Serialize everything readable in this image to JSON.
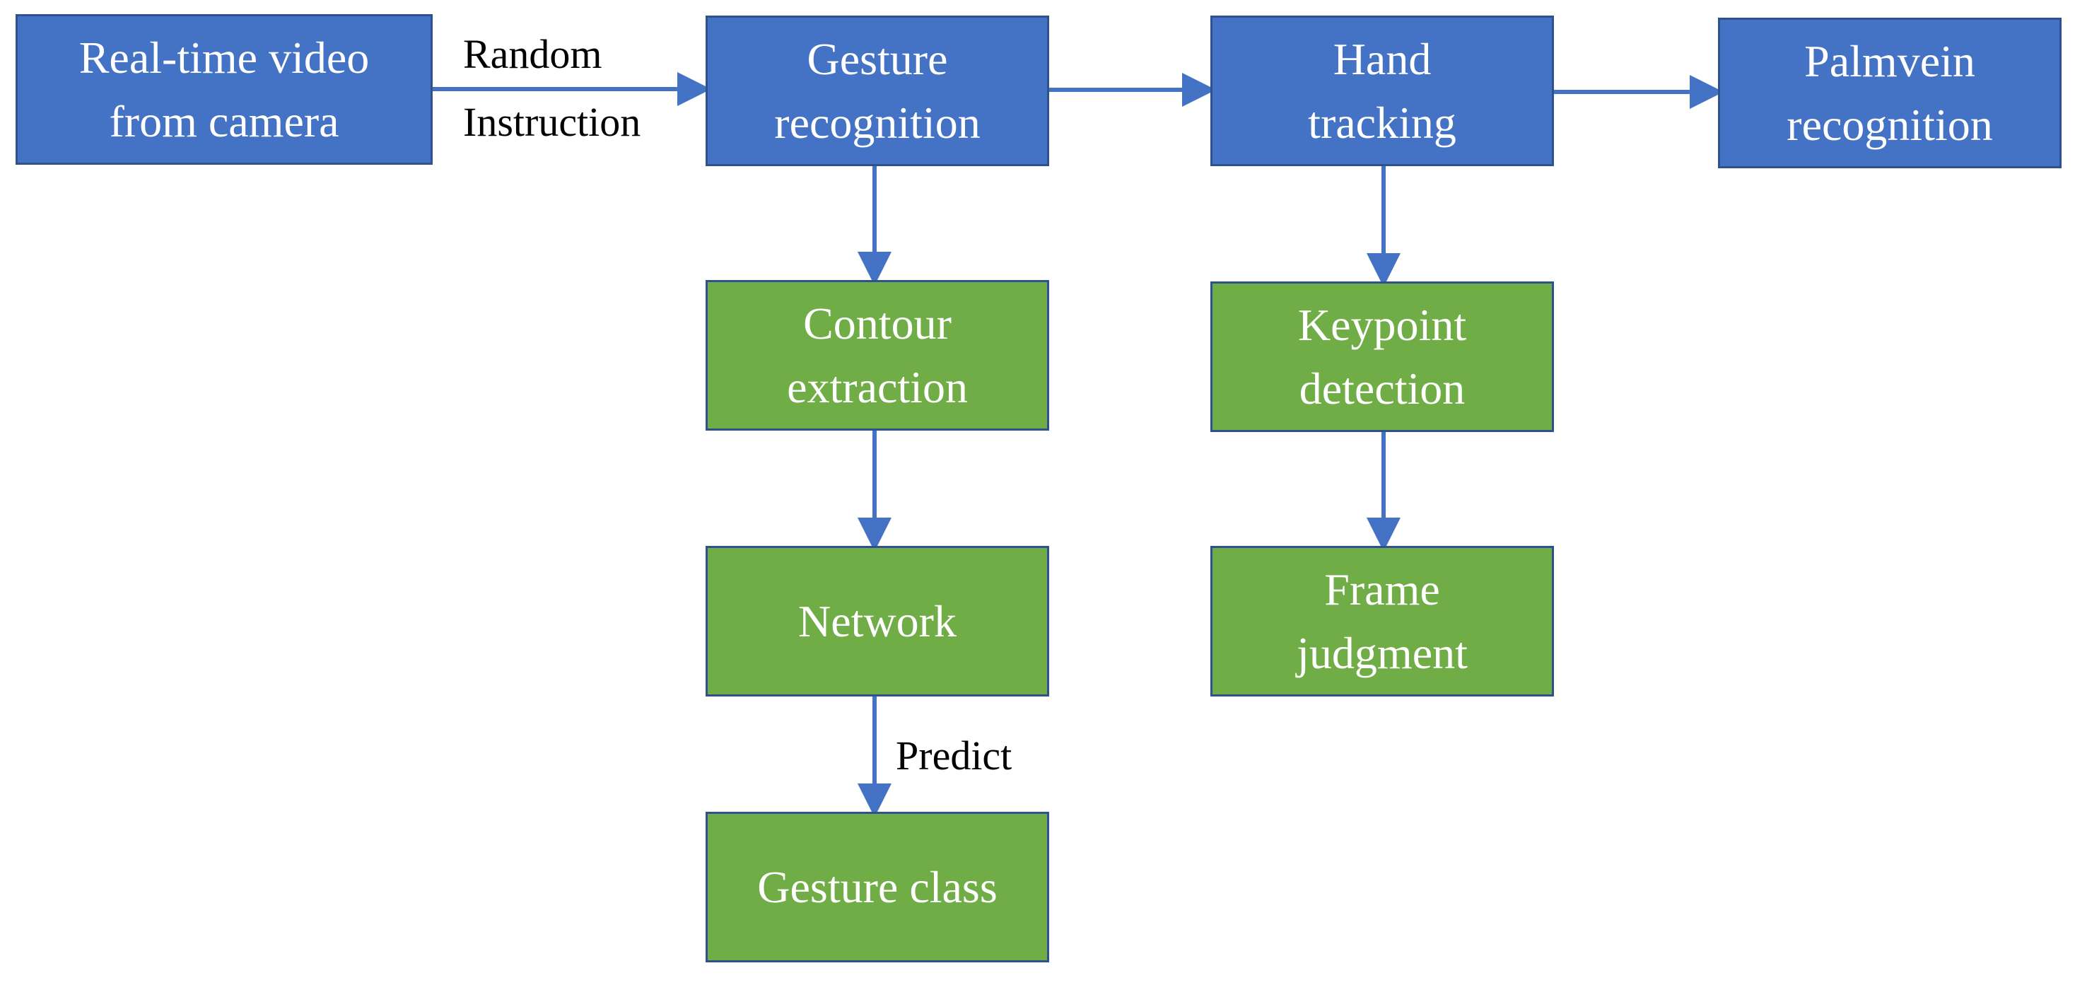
{
  "nodes": {
    "video": {
      "lines": [
        "Real-time video",
        "from camera"
      ]
    },
    "gesture": {
      "lines": [
        "Gesture",
        "recognition"
      ]
    },
    "hand": {
      "lines": [
        "Hand",
        "tracking"
      ]
    },
    "palm": {
      "lines": [
        "Palmvein",
        "recognition"
      ]
    },
    "contour": {
      "lines": [
        "Contour",
        "extraction"
      ]
    },
    "network": {
      "lines": [
        "Network"
      ]
    },
    "class": {
      "lines": [
        "Gesture class"
      ]
    },
    "keypoint": {
      "lines": [
        "Keypoint",
        "detection"
      ]
    },
    "frame": {
      "lines": [
        "Frame",
        "judgment"
      ]
    }
  },
  "edge_labels": {
    "random": "Random",
    "instruction": "Instruction",
    "predict": "Predict"
  },
  "colors": {
    "primary_box": "#4472c4",
    "secondary_box": "#70ad47",
    "box_border": "#2f528f",
    "arrow": "#4472c4",
    "box_text": "#ffffff",
    "label_text": "#000000"
  }
}
